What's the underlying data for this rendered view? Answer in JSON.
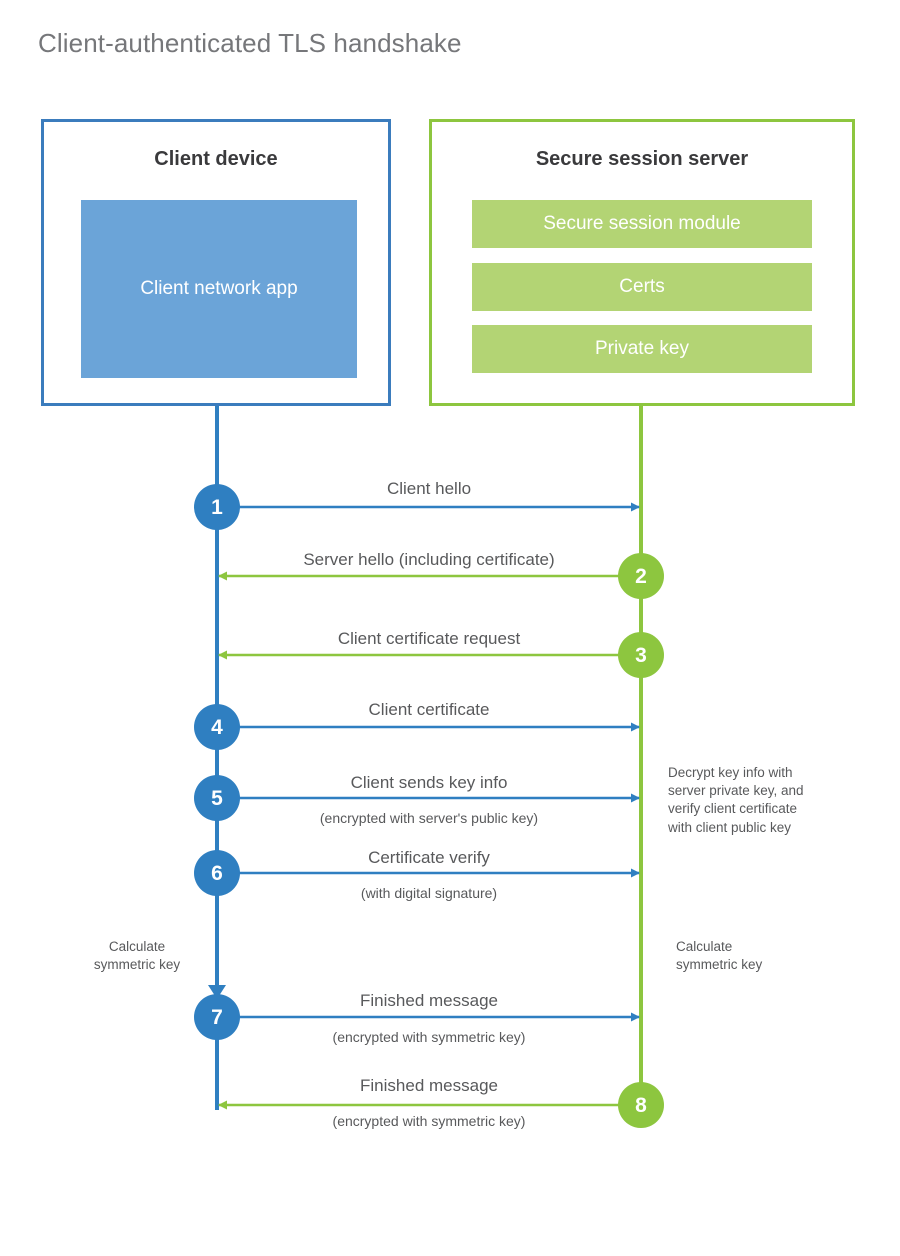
{
  "title": "Client-authenticated TLS handshake",
  "colors": {
    "client_accent": "#2f7fc1",
    "client_border": "#3b7cbd",
    "client_block_fill": "#6ba4d8",
    "server_accent": "#8dc63f",
    "server_block_fill": "#b3d474",
    "text": "#58595b",
    "title_text": "#76777a",
    "background": "#ffffff"
  },
  "entities": {
    "client": {
      "title": "Client device",
      "blocks": [
        {
          "label": "Client network\napp"
        }
      ]
    },
    "server": {
      "title": "Secure session server",
      "blocks": [
        {
          "label": "Secure session module"
        },
        {
          "label": "Certs"
        },
        {
          "label": "Private key"
        }
      ]
    }
  },
  "steps": [
    {
      "number": "1",
      "origin": "client",
      "direction": "client-to-server",
      "label": "Client hello",
      "sublabel": ""
    },
    {
      "number": "2",
      "origin": "server",
      "direction": "server-to-client",
      "label": "Server hello (including certificate)",
      "sublabel": ""
    },
    {
      "number": "3",
      "origin": "server",
      "direction": "server-to-client",
      "label": "Client certificate request",
      "sublabel": ""
    },
    {
      "number": "4",
      "origin": "client",
      "direction": "client-to-server",
      "label": "Client certificate",
      "sublabel": ""
    },
    {
      "number": "5",
      "origin": "client",
      "direction": "client-to-server",
      "label": "Client sends key info",
      "sublabel": "(encrypted with server's public key)"
    },
    {
      "number": "6",
      "origin": "client",
      "direction": "client-to-server",
      "label": "Certificate verify",
      "sublabel": "(with digital signature)"
    },
    {
      "number": "7",
      "origin": "client",
      "direction": "client-to-server",
      "label": "Finished message",
      "sublabel": "(encrypted with symmetric key)"
    },
    {
      "number": "8",
      "origin": "server",
      "direction": "server-to-client",
      "label": "Finished message",
      "sublabel": "(encrypted with symmetric key)"
    }
  ],
  "notes": {
    "server_decrypt": "Decrypt key info with\nserver private key, and\nverify client certificate\nwith client public key",
    "client_calculate": "Calculate\nsymmetric key",
    "server_calculate": "Calculate\nsymmetric key"
  }
}
